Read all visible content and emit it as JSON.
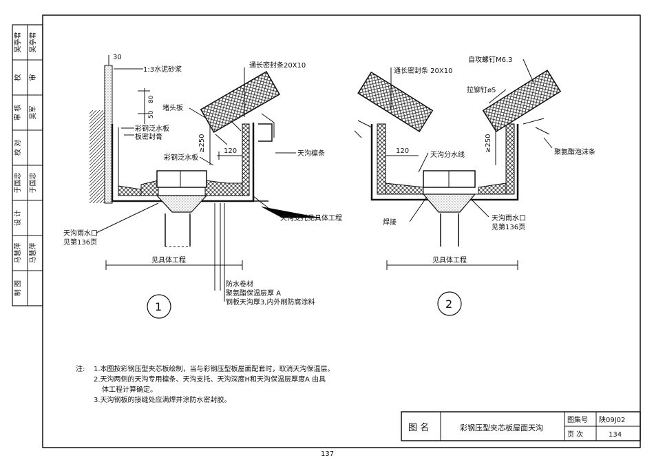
{
  "sidebar": {
    "cells": [
      {
        "label": "吴亭君",
        "sign": "吴亭君"
      },
      {
        "label": "校",
        "sign": "审"
      },
      {
        "label": "审 核",
        "sign": "吴军"
      },
      {
        "label": "校 对",
        "sign": ""
      },
      {
        "label": "于国忠",
        "sign": "于国忠"
      },
      {
        "label": "设 计",
        "sign": ""
      },
      {
        "label": "马慧萍",
        "sign": "马慧萍"
      },
      {
        "label": "制 图",
        "sign": ""
      }
    ]
  },
  "detail1": {
    "dim_30": "30",
    "mortar": "1:3水泥砂浆",
    "dim_80": "80",
    "dim_50": "50",
    "end_plate": "堵头板",
    "flashing": "彩钢泛水板",
    "sealant": "板密封膏",
    "seal_strip": "通长密封条20X10",
    "flashing2": "彩钢泛水板",
    "dim_250": "≥250",
    "dim_120": "120",
    "gutter_purlin": "天沟檩条",
    "gutter_support": "天沟支托见具体工程",
    "outlet_line1": "天沟雨水口",
    "outlet_line2": "见第136页",
    "span": "见具体工程",
    "waterproof": "防水卷材",
    "insulation": "聚氨酯保温层厚 A",
    "steel_gutter": "钢板天沟厚3,内外刷防腐涂料",
    "number": "1"
  },
  "detail2": {
    "seal_strip": "通长密封条 20X10",
    "screw": "自攻螺钉M6.3",
    "rivet": "拉铆钉ø5",
    "foam": "聚氨酯泡沫条",
    "dim_120": "120",
    "divide_line": "天沟分水线",
    "dim_250": "≥250",
    "weld": "焊接",
    "outlet_line1": "天沟雨水口",
    "outlet_line2": "见第136页",
    "span": "见具体工程",
    "number": "2"
  },
  "notes": {
    "prefix": "注:",
    "lines": [
      "1.本图按彩钢压型夹芯板绘制，当与彩钢压型板屋面配套时，取消天沟保温层。",
      "2.天沟两侧的天沟专用檩条、天沟支托、天沟深度H和天沟保温层厚度A 由具",
      "体工程计算确定。",
      "3.天沟钢板的接缝处应满焊并涂防水密封胶。"
    ]
  },
  "titleblock": {
    "name_label": "图 名",
    "name": "彩钢压型夹芯板屋面天沟",
    "atlas_label": "图集号",
    "atlas": "陕09J02",
    "page_label": "页 次",
    "page": "134"
  },
  "page_number": "137"
}
